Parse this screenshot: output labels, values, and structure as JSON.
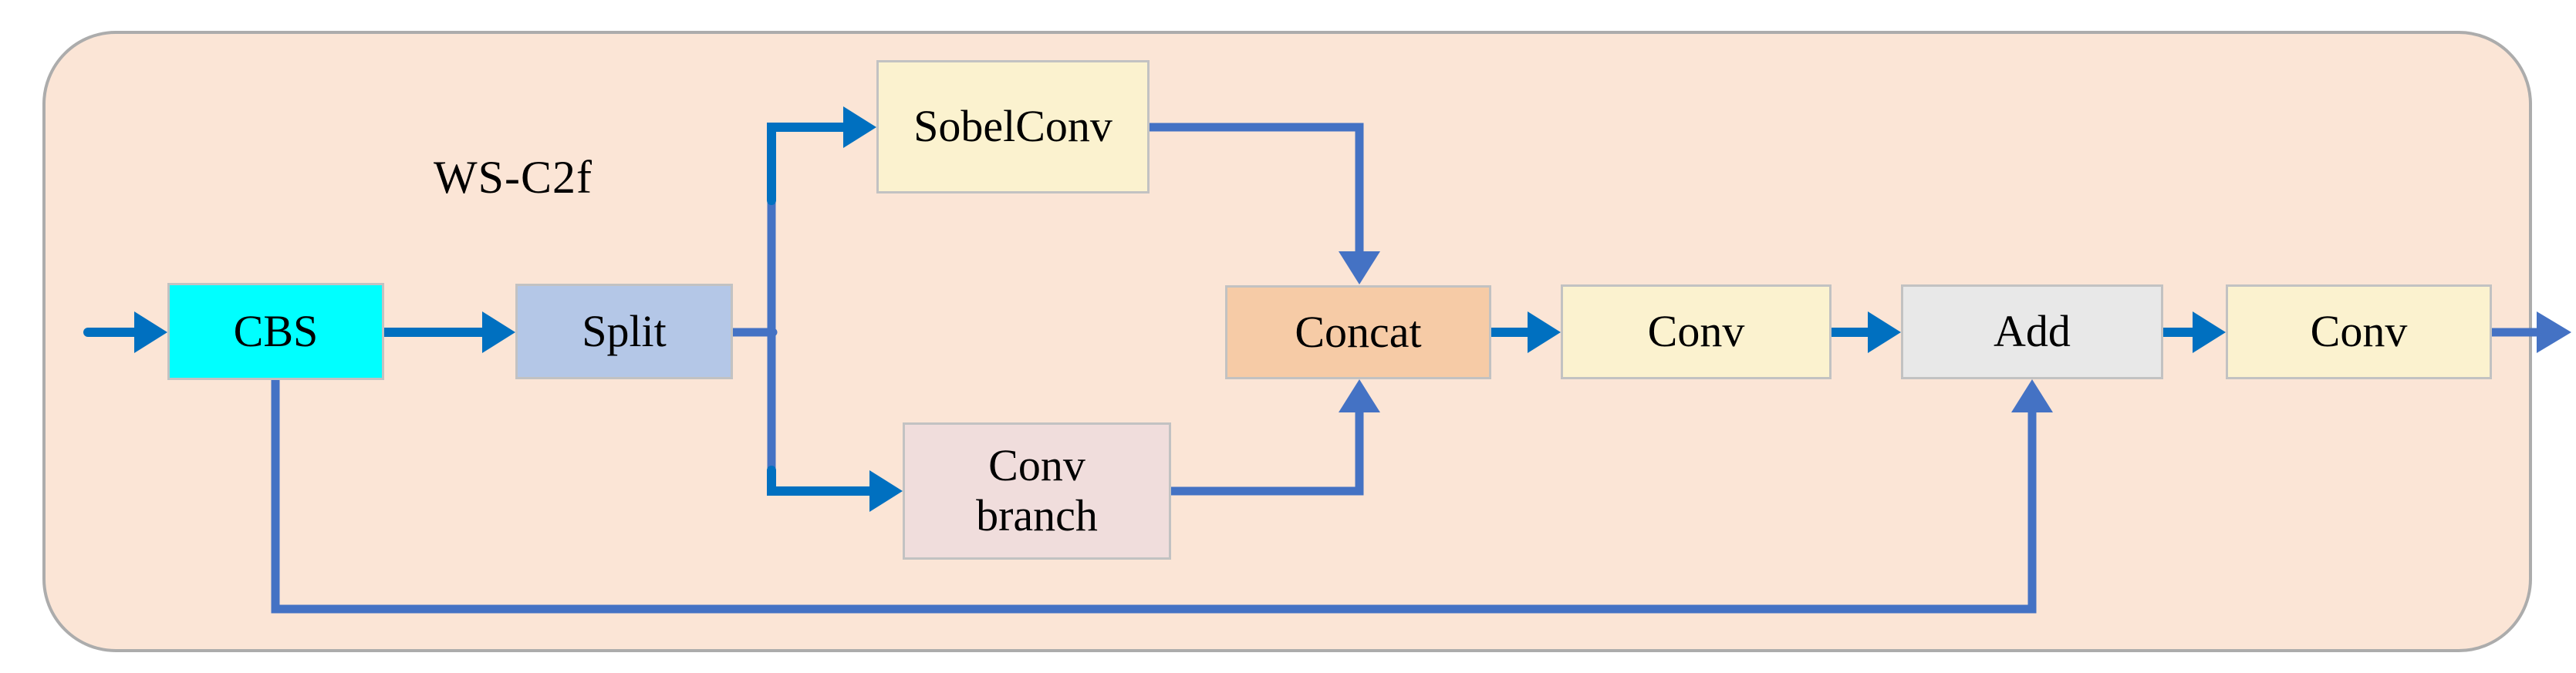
{
  "diagram": {
    "title": "WS-C2f",
    "type": "flow-diagram",
    "nodes": [
      {
        "id": "cbs",
        "label": "CBS",
        "fill": "#00FFFF"
      },
      {
        "id": "split",
        "label": "Split",
        "fill": "#B4C7E7"
      },
      {
        "id": "sobelconv",
        "label": "SobelConv",
        "fill": "#FBF2CF"
      },
      {
        "id": "conv-branch",
        "label": "Conv\nbranch",
        "fill": "#F0DDDC"
      },
      {
        "id": "concat",
        "label": "Concat",
        "fill": "#F6CBA6"
      },
      {
        "id": "conv-1",
        "label": "Conv",
        "fill": "#FBF2CF"
      },
      {
        "id": "add",
        "label": "Add",
        "fill": "#E8E8E8"
      },
      {
        "id": "conv-2",
        "label": "Conv",
        "fill": "#FBF2CF"
      }
    ],
    "edges": [
      {
        "from": "input",
        "to": "cbs"
      },
      {
        "from": "cbs",
        "to": "split"
      },
      {
        "from": "split",
        "to": "sobelconv"
      },
      {
        "from": "split",
        "to": "conv-branch"
      },
      {
        "from": "sobelconv",
        "to": "concat"
      },
      {
        "from": "conv-branch",
        "to": "concat"
      },
      {
        "from": "concat",
        "to": "conv-1"
      },
      {
        "from": "conv-1",
        "to": "add"
      },
      {
        "from": "cbs",
        "to": "add",
        "type": "skip-connection"
      },
      {
        "from": "add",
        "to": "conv-2"
      },
      {
        "from": "conv-2",
        "to": "output"
      }
    ],
    "colors": {
      "container_fill": "#FBE5D6",
      "container_border": "#ACACAC",
      "arrow_primary_blue": "#0070C0",
      "arrow_secondary_blue": "#4472C4",
      "text": "#000000"
    }
  }
}
